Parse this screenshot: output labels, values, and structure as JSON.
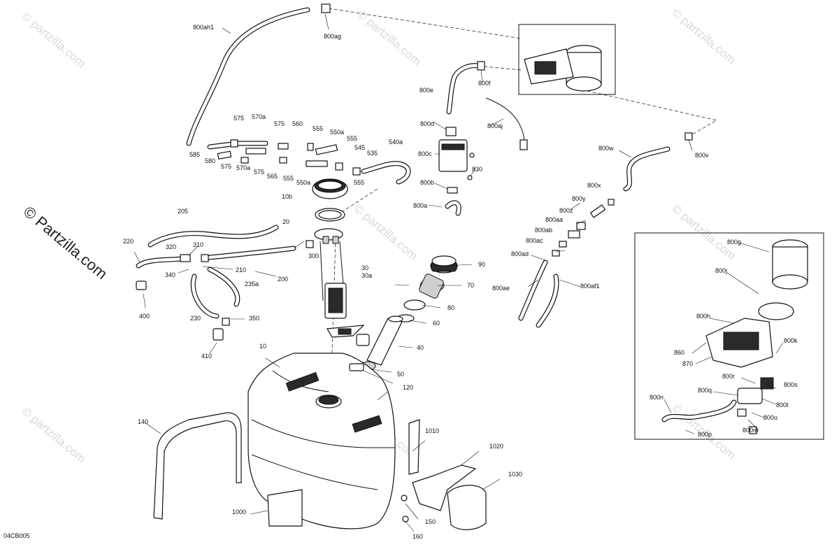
{
  "diagram_code": "04CB005",
  "watermark": {
    "text": "© Partzilla.com",
    "repeat_text": "© partzilla.com",
    "color": "#d9d9d9"
  },
  "labels": {
    "l10": "10",
    "l20": "20",
    "l30": "30",
    "l30a": "30a",
    "l40": "40",
    "l50": "50",
    "l60": "60",
    "l70": "70",
    "l80": "80",
    "l90": "90",
    "l10b": "10b",
    "l120": "120",
    "l140": "140",
    "l150": "150",
    "l160": "160",
    "l200": "200",
    "l205": "205",
    "l210": "210",
    "l220": "220",
    "l230": "230",
    "l235a": "235a",
    "l300": "300",
    "l310": "310",
    "l320": "320",
    "l340": "340",
    "l350": "350",
    "l400": "400",
    "l410": "410",
    "l535": "535",
    "l540a": "540a",
    "l545": "545",
    "l550a_1": "550a",
    "l550a_2": "550a",
    "l555_1": "555",
    "l555_2": "555",
    "l555_3": "555",
    "l555_4": "555",
    "l560": "560",
    "l565": "565",
    "l570a_1": "570a",
    "l570a_2": "570a",
    "l575_1": "575",
    "l575_2": "575",
    "l575_3": "575",
    "l575_4": "575",
    "l580": "580",
    "l585": "585",
    "l800a": "800a",
    "l800b": "800b",
    "l800c": "800c",
    "l800d": "800d",
    "l800e": "800e",
    "l800f": "800f",
    "l800g": "800g",
    "l800h": "800h",
    "l800j": "800j",
    "l800k": "800k",
    "l800m": "800m",
    "l800n": "800n",
    "l800p": "800p",
    "l800q": "800q",
    "l800r": "800r",
    "l800s": "800s",
    "l800t": "800t",
    "l800u": "800u",
    "l800v": "800v",
    "l800w": "800w",
    "l800x": "800x",
    "l800y": "800y",
    "l800z": "800z",
    "l800aa": "800aa",
    "l800ab": "800ab",
    "l800ac": "800ac",
    "l800ad": "800ad",
    "l800ae": "800ae",
    "l800af1": "800af1",
    "l800ag": "800ag",
    "l800ah1": "800ah1",
    "l800aj": "800aj",
    "l830": "830",
    "l860": "860",
    "l870": "870",
    "l1000": "1000",
    "l1010": "1010",
    "l1020": "1020",
    "l1030": "1030"
  }
}
